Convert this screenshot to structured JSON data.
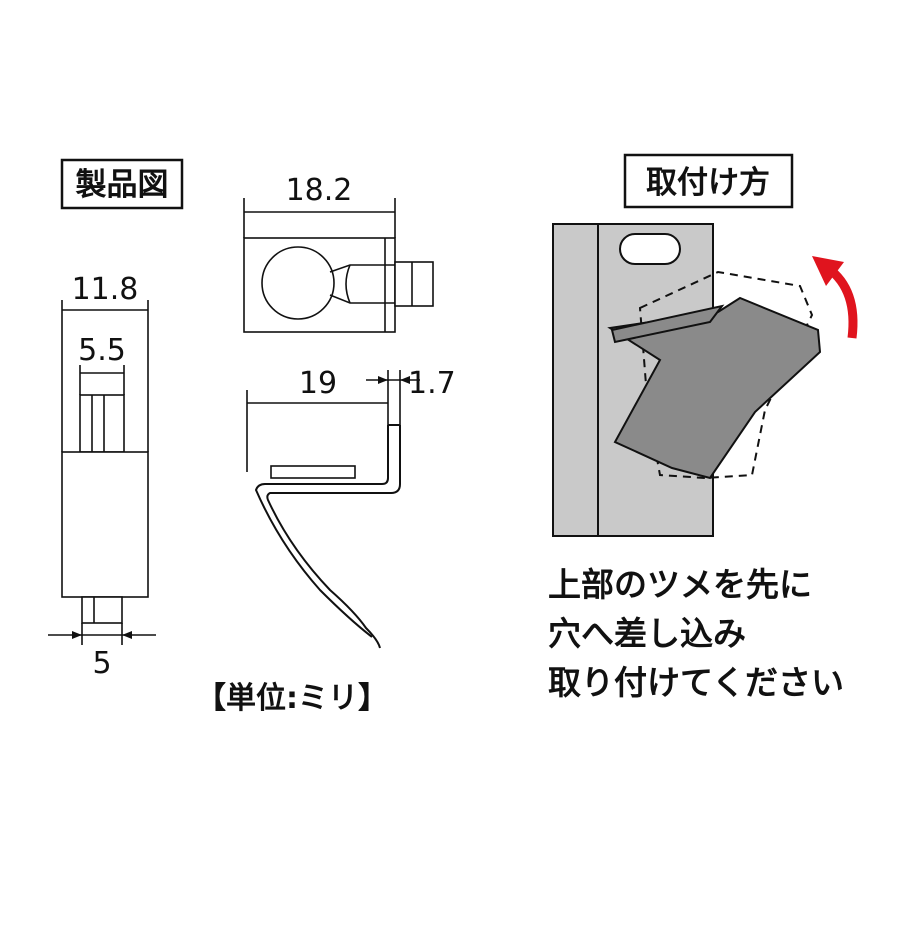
{
  "product_view": {
    "label": "製品図",
    "dims": {
      "total_width": "11.8",
      "tab_width": "5.5",
      "base_width": "5"
    }
  },
  "top_view": {
    "dims": {
      "length": "18.2"
    }
  },
  "side_view": {
    "dims": {
      "length": "19",
      "thickness": "1.7"
    }
  },
  "unit_note": "【単位:ミリ】",
  "install": {
    "label": "取付け方",
    "instructions": [
      "上部のツメを先に",
      "穴へ差し込み",
      "取り付けてください"
    ],
    "arrow_color": "#e0141e",
    "clip_fill": "#8a8a8a",
    "rail_fill": "#c9c9c9"
  }
}
